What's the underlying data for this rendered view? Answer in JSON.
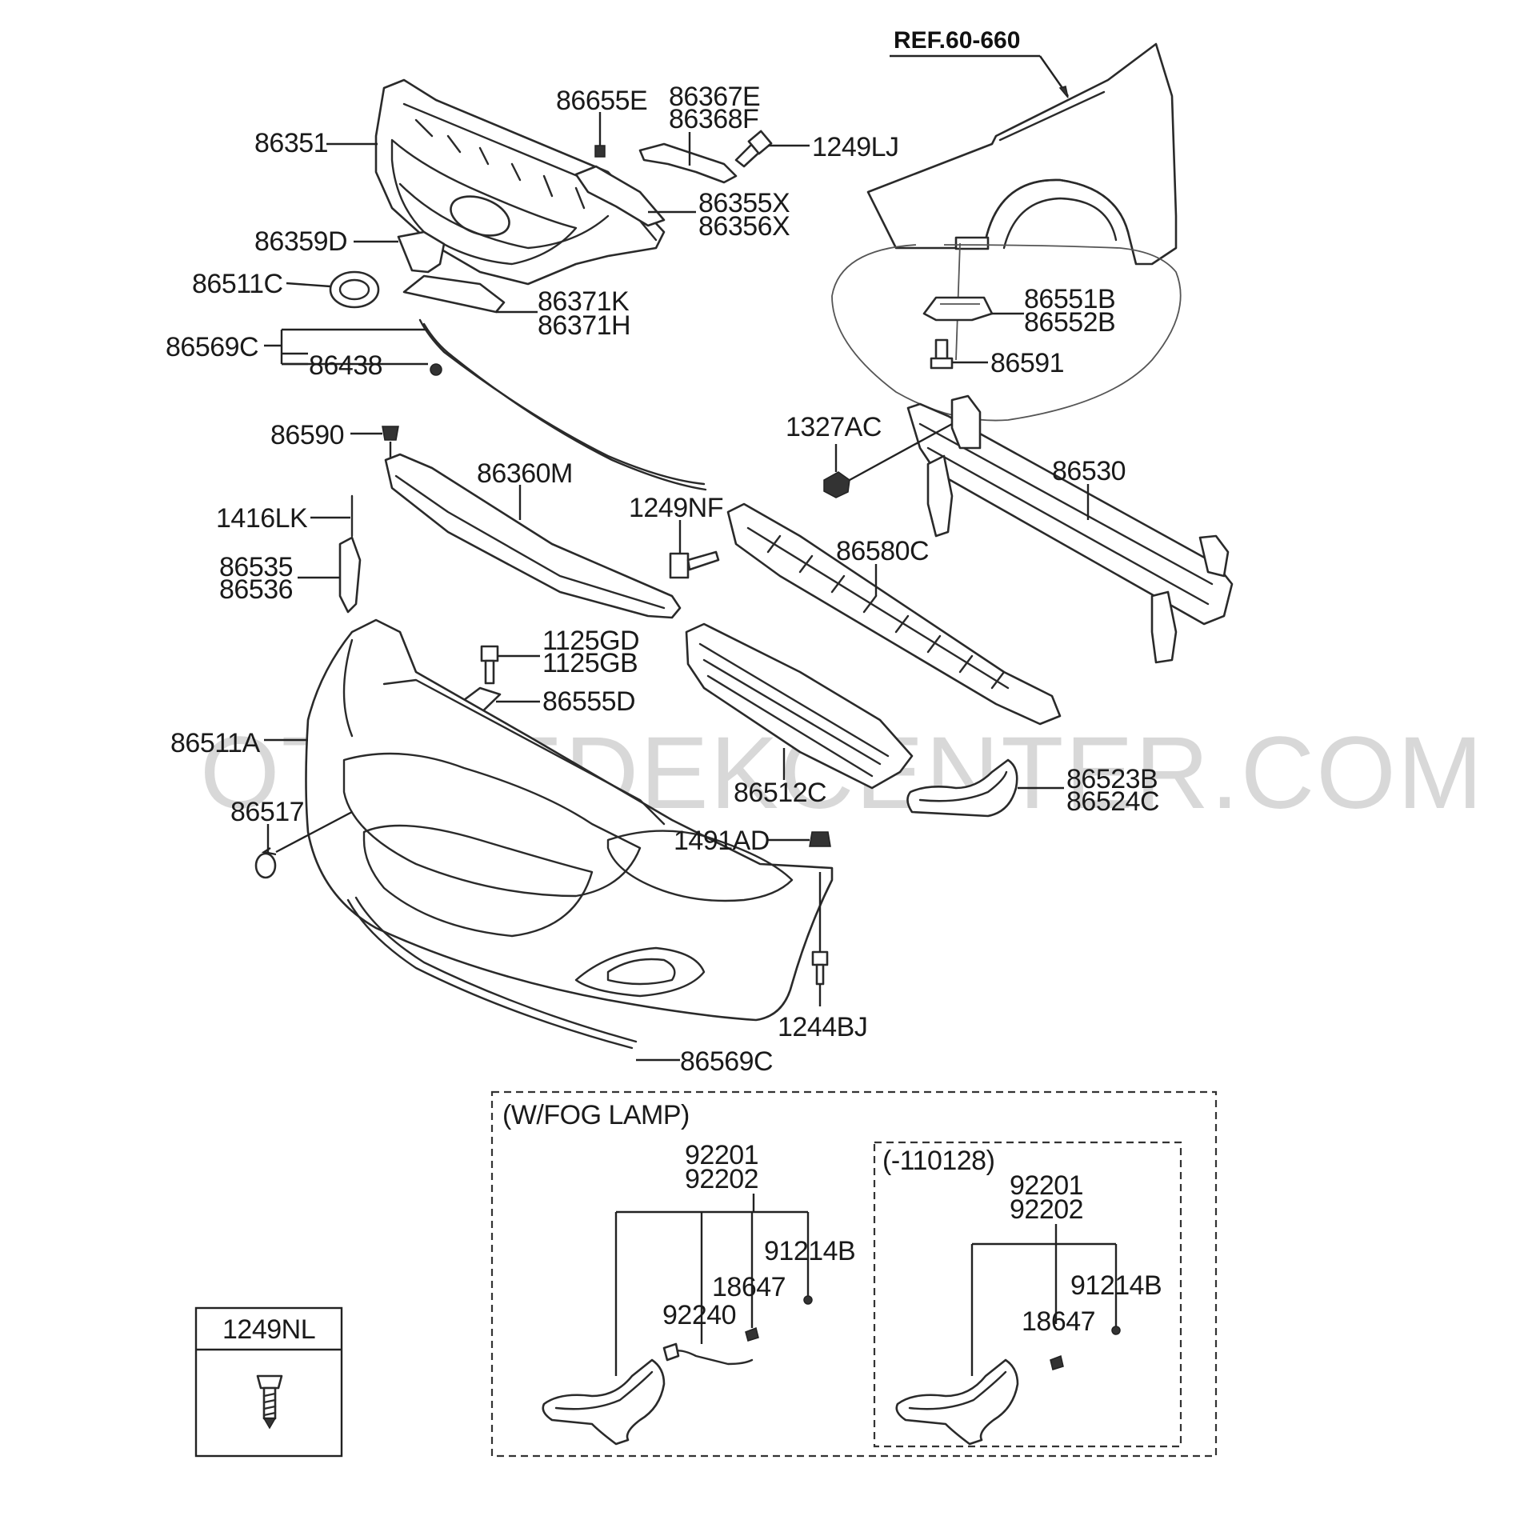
{
  "diagram": {
    "ref_label": "REF.60-660",
    "watermark": "OTOYEDEKCENTER.COM",
    "part_labels": {
      "p86351": "86351",
      "p86655E": "86655E",
      "p86367E": "86367E",
      "p86368F": "86368F",
      "p1249LJ": "1249LJ",
      "p86355X": "86355X",
      "p86356X": "86356X",
      "p86359D": "86359D",
      "p86511C": "86511C",
      "p86371K": "86371K",
      "p86371H": "86371H",
      "p86569C_top": "86569C",
      "p86438": "86438",
      "p86551B": "86551B",
      "p86552B": "86552B",
      "p86591": "86591",
      "p1327AC": "1327AC",
      "p86530": "86530",
      "p86590": "86590",
      "p86360M": "86360M",
      "p1249NF": "1249NF",
      "p86580C": "86580C",
      "p1416LK": "1416LK",
      "p86535": "86535",
      "p86536": "86536",
      "p1125GD": "1125GD",
      "p1125GB": "1125GB",
      "p86555D": "86555D",
      "p86511A": "86511A",
      "p86512C": "86512C",
      "p86523B": "86523B",
      "p86524C": "86524C",
      "p86517": "86517",
      "p1491AD": "1491AD",
      "p1244BJ": "1244BJ",
      "p86569C_bottom": "86569C"
    },
    "fog_lamp_box": {
      "title": "(W/FOG LAMP)",
      "labels": {
        "a92201": "92201",
        "a92202": "92202",
        "a91214B": "91214B",
        "a18647": "18647",
        "a92240": "92240"
      }
    },
    "fog_lamp_inner_box": {
      "title": "(-110128)",
      "labels": {
        "b92201": "92201",
        "b92202": "92202",
        "b91214B": "91214B",
        "b18647": "18647"
      }
    },
    "screw_box": {
      "title": "1249NL"
    }
  }
}
